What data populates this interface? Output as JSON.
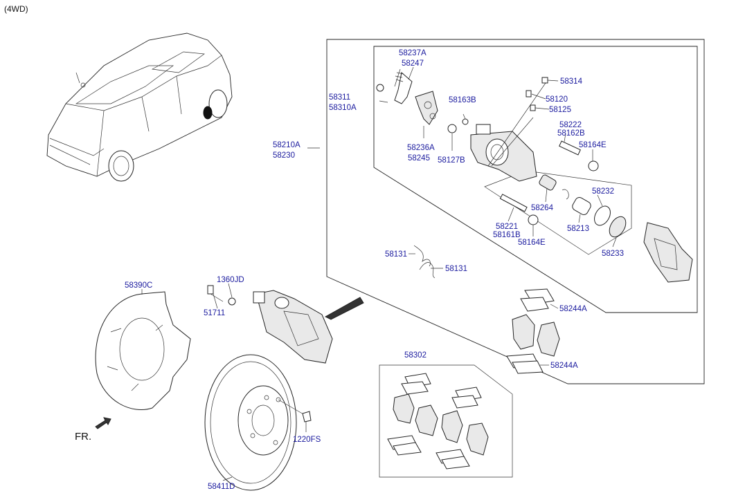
{
  "header": {
    "variant": "(4WD)"
  },
  "direction": {
    "label": "FR."
  },
  "labels": {
    "p58237A": "58237A",
    "p58247": "58247",
    "p58314": "58314",
    "p58311": "58311",
    "p58310A": "58310A",
    "p58163B": "58163B",
    "p58120": "58120",
    "p58125": "58125",
    "p58222": "58222",
    "p58162B": "58162B",
    "p58210A": "58210A",
    "p58230": "58230",
    "p58236A": "58236A",
    "p58245": "58245",
    "p58127B": "58127B",
    "p58164E_a": "58164E",
    "p58232": "58232",
    "p58264": "58264",
    "p58221": "58221",
    "p58161B": "58161B",
    "p58213": "58213",
    "p58164E_b": "58164E",
    "p58233": "58233",
    "p58131_a": "58131",
    "p58131_b": "58131",
    "p58390C": "58390C",
    "p1360JD": "1360JD",
    "p51711": "51711",
    "p58244A_a": "58244A",
    "p58244A_b": "58244A",
    "p58302": "58302",
    "p1220FS": "1220FS",
    "p58411D": "58411D"
  }
}
